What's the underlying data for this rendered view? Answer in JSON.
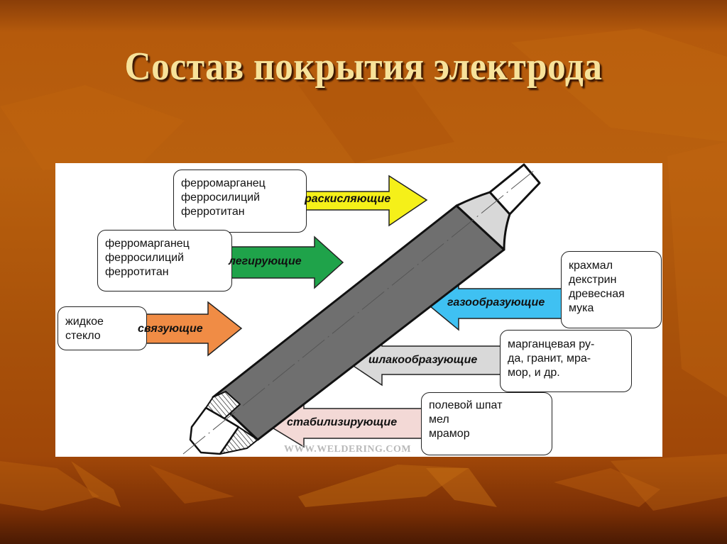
{
  "slide": {
    "title": "Состав покрытия электрода",
    "background_color": "#b55a0c",
    "title_color": "#f7e29a"
  },
  "diagram": {
    "subject": "electrode",
    "watermark": "WWW.WELDERING.COM",
    "groups": [
      {
        "id": "deoxidizing",
        "arrow_label": "раскисляющие",
        "arrow_color": "#f5f019",
        "direction": "right",
        "items": [
          "ферромарганец",
          "ферросилиций",
          "ферротитан"
        ]
      },
      {
        "id": "alloying",
        "arrow_label": "легирующие",
        "arrow_color": "#1fa34a",
        "direction": "right",
        "items": [
          "ферромарганец",
          "ферросилиций",
          "ферротитан"
        ]
      },
      {
        "id": "binding",
        "arrow_label": "связующие",
        "arrow_color": "#f08c45",
        "direction": "right",
        "items": [
          "жидкое",
          "стекло"
        ]
      },
      {
        "id": "gas-forming",
        "arrow_label": "газообразующие",
        "arrow_color": "#3fc1f2",
        "direction": "left",
        "items": [
          "крахмал",
          "декстрин",
          "древесная",
          "мука"
        ]
      },
      {
        "id": "slag-forming",
        "arrow_label": "шлакообразующие",
        "arrow_color": "#d9d9d9",
        "direction": "left",
        "items": [
          "марганцевая ру-",
          "да, гранит, мра-",
          "мор, и др."
        ]
      },
      {
        "id": "stabilizing",
        "arrow_label": "стабилизирующие",
        "arrow_color": "#f3d9d6",
        "direction": "left",
        "items": [
          "полевой шпат",
          "мел",
          "мрамор"
        ]
      }
    ]
  }
}
